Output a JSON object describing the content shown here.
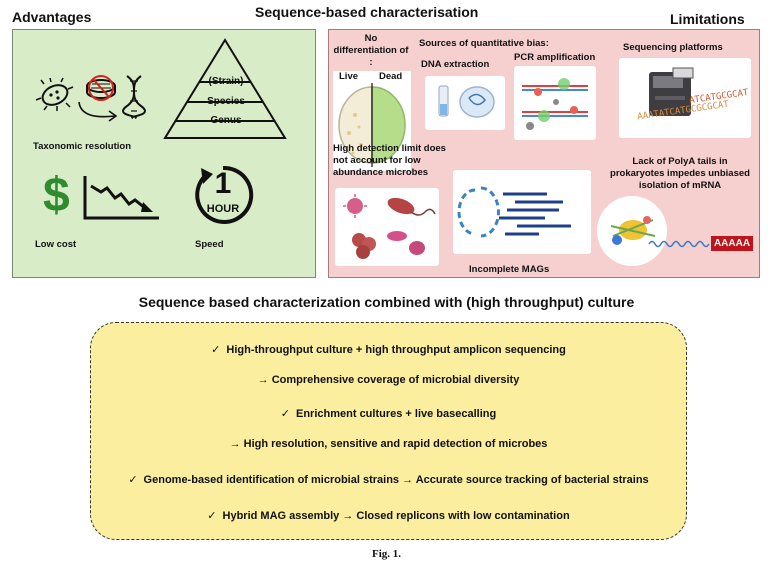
{
  "title": "Sequence-based characterisation",
  "advantages": {
    "heading": "Advantages",
    "taxonomic_resolution": "Taxonomic resolution",
    "pyramid": [
      "(Strain)",
      "Species",
      "Genus"
    ],
    "low_cost": "Low cost",
    "speed": "Speed",
    "dollar": "$",
    "clock_number": "1",
    "clock_unit": "HOUR"
  },
  "limitations": {
    "heading": "Limitations",
    "no_diff": "No differentiation of :",
    "live": "Live",
    "dead": "Dead",
    "bias_title": "Sources of quantitative bias:",
    "dna_extraction": "DNA extraction",
    "pcr_amplification": "PCR amplification",
    "sequencing_platforms": "Sequencing platforms",
    "seq_letters_1": "ATCATGCGCAT",
    "seq_letters_2": "AAATATCATGCGCGCAT",
    "high_detection": "High detection limit does not account for low abundance microbes",
    "incomplete_mags": "Incomplete MAGs",
    "polya": "Lack of PolyA tails in prokaryotes impedes unbiased isolation of mRNA",
    "polya_tail": "AAAAA"
  },
  "combined": {
    "heading": "Sequence based characterization combined with (high throughput) culture",
    "check": "✓",
    "points": [
      "High-throughput culture + high throughput amplicon sequencing",
      "→ Comprehensive coverage of microbial diversity",
      "Enrichment cultures + live basecalling",
      "→ High resolution, sensitive and rapid detection of microbes",
      "Genome-based identification of microbial strains → Accurate source tracking of bacterial strains",
      "Hybrid MAG assembly → Closed replicons with low contamination"
    ]
  },
  "caption": "Fig. 1.",
  "colors": {
    "advantages_bg": "#d8ecc8",
    "limitations_bg": "#f6cfcf",
    "combined_bg": "#fbee9e",
    "dollar": "#2e8b2e",
    "polya_red": "#c0141c"
  }
}
